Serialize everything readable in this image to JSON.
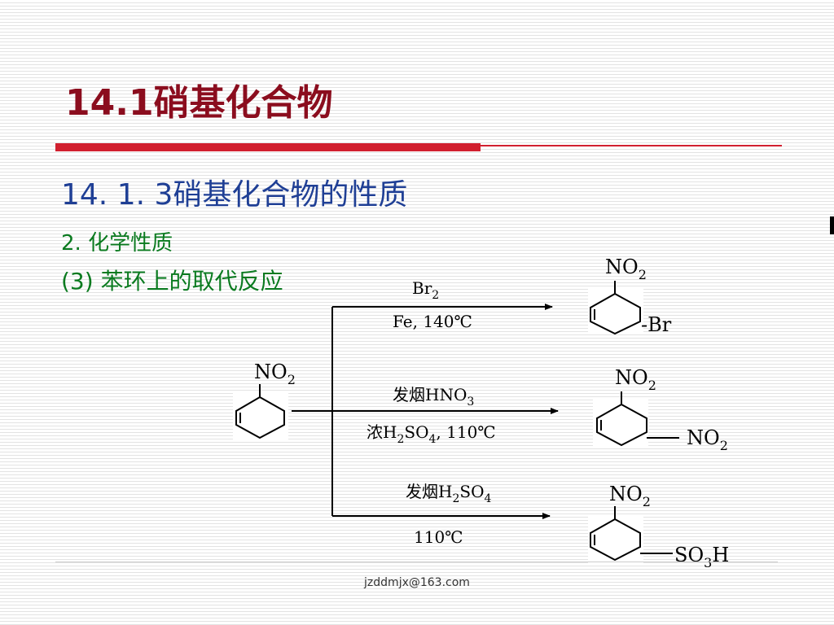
{
  "slide": {
    "title": "14.1硝基化合物",
    "section_heading": "14. 1. 3硝基化合物的性质",
    "subheading_1": "2. 化学性质",
    "subheading_2": "(3) 苯环上的取代反应"
  },
  "scheme": {
    "reactant": {
      "substituent": "NO",
      "substituent_sub": "2"
    },
    "reaction_1": {
      "reagent_top": "Br",
      "reagent_top_sub": "2",
      "conditions": "Fe, 140℃",
      "product": {
        "sub_1": "NO",
        "sub_1_sub": "2",
        "sub_2": "-Br"
      }
    },
    "reaction_2": {
      "reagent_top_cn": "发烟",
      "reagent_top": "HNO",
      "reagent_top_sub": "3",
      "conditions_cn": "浓",
      "conditions_a": "H",
      "conditions_a_sub": "2",
      "conditions_b": "SO",
      "conditions_b_sub": "4",
      "conditions_c": ", 110℃",
      "product": {
        "sub_1": "NO",
        "sub_1_sub": "2",
        "sub_2": "NO",
        "sub_2_sub": "2"
      }
    },
    "reaction_3": {
      "reagent_top_cn": "发烟",
      "reagent_top_a": "H",
      "reagent_top_a_sub": "2",
      "reagent_top_b": "SO",
      "reagent_top_b_sub": "4",
      "conditions": "110℃",
      "product": {
        "sub_1": "NO",
        "sub_1_sub": "2",
        "sub_2": "SO",
        "sub_2_sub": "3",
        "sub_2_suffix": "H"
      }
    }
  },
  "footer": {
    "email": "jzddmjx@163.com"
  },
  "colors": {
    "title": "#8b0d1e",
    "title_rule": "#d1202f",
    "heading": "#1f3f95",
    "subheading": "#0a7a1f"
  }
}
